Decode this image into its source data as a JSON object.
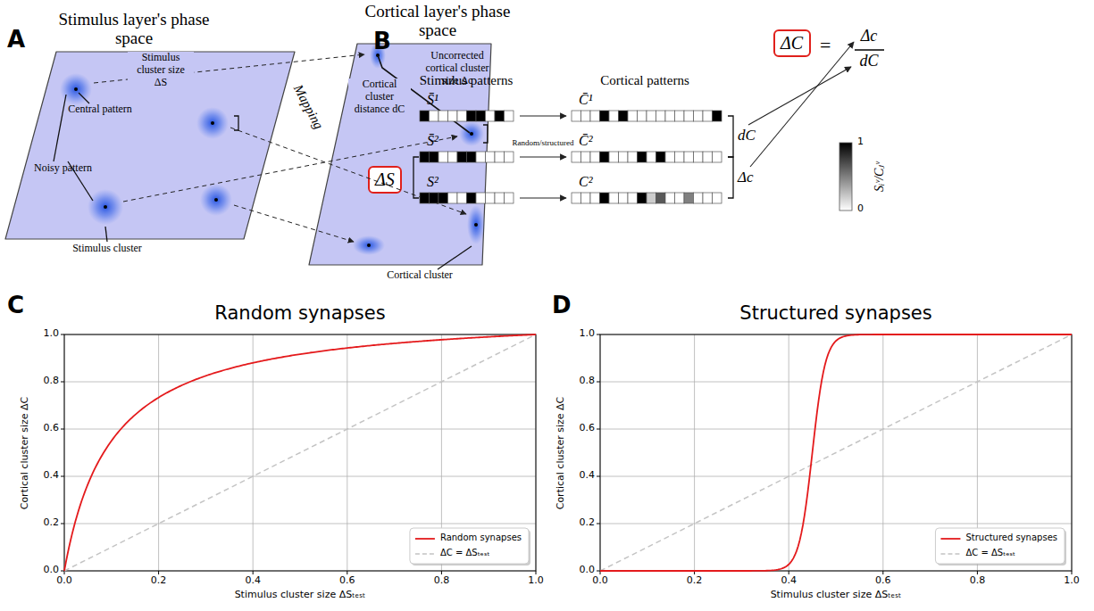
{
  "diagram": {
    "nodes": [
      {
        "text": [
          "Stimulus layer's phase space"
        ]
      },
      {
        "text": [
          "Cortical layer's phase space"
        ]
      },
      {
        "text": [
          "ΔS"
        ]
      },
      {
        "text": [
          "ΔC"
        ]
      }
    ],
    "labels": [
      "A",
      "B",
      "C",
      "D",
      "Stimulus cluster size ΔS",
      "Central pattern",
      "Noisy pattern",
      "Stimulus cluster",
      "Mapping",
      "Cortical cluster distance dC",
      "Uncorrected cortical cluster size Δc",
      "Cortical cluster",
      "Stimulus patterns",
      "Cortical patterns",
      "S̄¹",
      "S̄²",
      "S²",
      "C̄¹",
      "C̄²",
      "C²",
      "Random/structured",
      "dC",
      "Δc",
      "=",
      "Δc",
      "dC",
      "1",
      "0",
      "Sᵢᵛ/Cⱼᵛ",
      "Random synapses",
      "Cortical cluster size ΔC",
      "Stimulus cluster size ΔSₜₑₛₜ",
      "0.0",
      "0.2",
      "0.4",
      "0.6",
      "0.8",
      "1.0",
      "0.0",
      "0.2",
      "0.4",
      "0.6",
      "0.8",
      "1.0",
      "Structured synapses",
      "Cortical cluster size ΔC",
      "Stimulus cluster size ΔSₜₑₛₜ",
      "0.0",
      "0.2",
      "0.4",
      "0.6",
      "0.8",
      "1.0",
      "0.0",
      "0.2",
      "0.4",
      "0.6",
      "0.8",
      "1.0"
    ],
    "legend": [
      {
        "text": "Random synapses"
      },
      {
        "text": "ΔC = ΔSₜₑₛₜ"
      },
      {
        "text": "Structured synapses"
      },
      {
        "text": "ΔC = ΔSₜₑₛₜ"
      }
    ]
  }
}
